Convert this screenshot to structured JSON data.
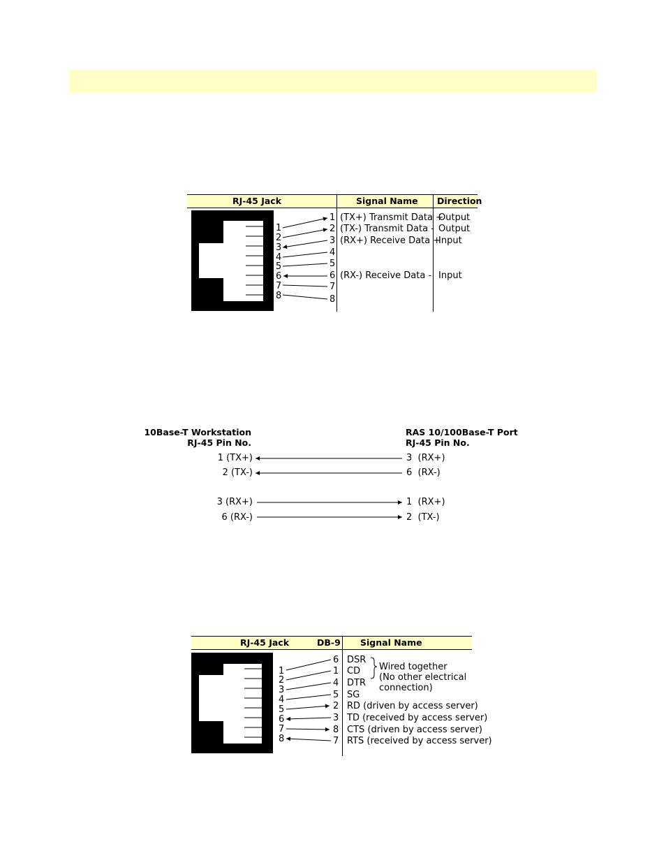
{
  "fig1": {
    "headers": {
      "jack": "RJ-45 Jack",
      "signal": "Signal Name",
      "direction": "Direction"
    },
    "rows": [
      {
        "jack_pin": "1",
        "pin": "1",
        "signal": "(TX+) Transmit Data +",
        "direction": "Output"
      },
      {
        "jack_pin": "2",
        "pin": "2",
        "signal": "(TX-) Transmit Data -",
        "direction": "Output"
      },
      {
        "jack_pin": "3",
        "pin": "3",
        "signal": "(RX+) Receive Data +",
        "direction": "Input"
      },
      {
        "jack_pin": "4",
        "pin": "4",
        "signal": "",
        "direction": ""
      },
      {
        "jack_pin": "5",
        "pin": "5",
        "signal": "",
        "direction": ""
      },
      {
        "jack_pin": "6",
        "pin": "6",
        "signal": "(RX-) Receive Data -",
        "direction": "Input"
      },
      {
        "jack_pin": "7",
        "pin": "7",
        "signal": "",
        "direction": ""
      },
      {
        "jack_pin": "8",
        "pin": "8",
        "signal": "",
        "direction": ""
      }
    ]
  },
  "fig2": {
    "left_heading_1": "10Base-T Workstation",
    "left_heading_2": "RJ-45 Pin No.",
    "right_heading_1": "RAS 10/100Base-T Port",
    "right_heading_2": "RJ-45 Pin No.",
    "rows": [
      {
        "left": "1  (TX+)",
        "right": "3  (RX+)"
      },
      {
        "left": "2  (TX-)",
        "right": "6  (RX-)"
      },
      {
        "left": "3  (RX+)",
        "right": "1  (RX+)"
      },
      {
        "left": "6  (RX-)",
        "right": "2  (TX-)"
      }
    ]
  },
  "fig3": {
    "headers": {
      "jack": "RJ-45 Jack",
      "db9": "DB-9",
      "signal": "Signal Name"
    },
    "jack_pins": [
      "1",
      "2",
      "3",
      "4",
      "5",
      "6",
      "7",
      "8"
    ],
    "db9_pins": [
      "6",
      "1",
      "4",
      "5",
      "2",
      "3",
      "8",
      "7"
    ],
    "signals": [
      "DSR",
      "CD",
      "DTR",
      "SG",
      "RD (driven by access server)",
      "TD (received by access server)",
      "CTS (driven by access server)",
      "RTS (received by access server)"
    ],
    "note_lines": [
      "Wired together",
      "(No other electrical",
      "connection)"
    ]
  }
}
